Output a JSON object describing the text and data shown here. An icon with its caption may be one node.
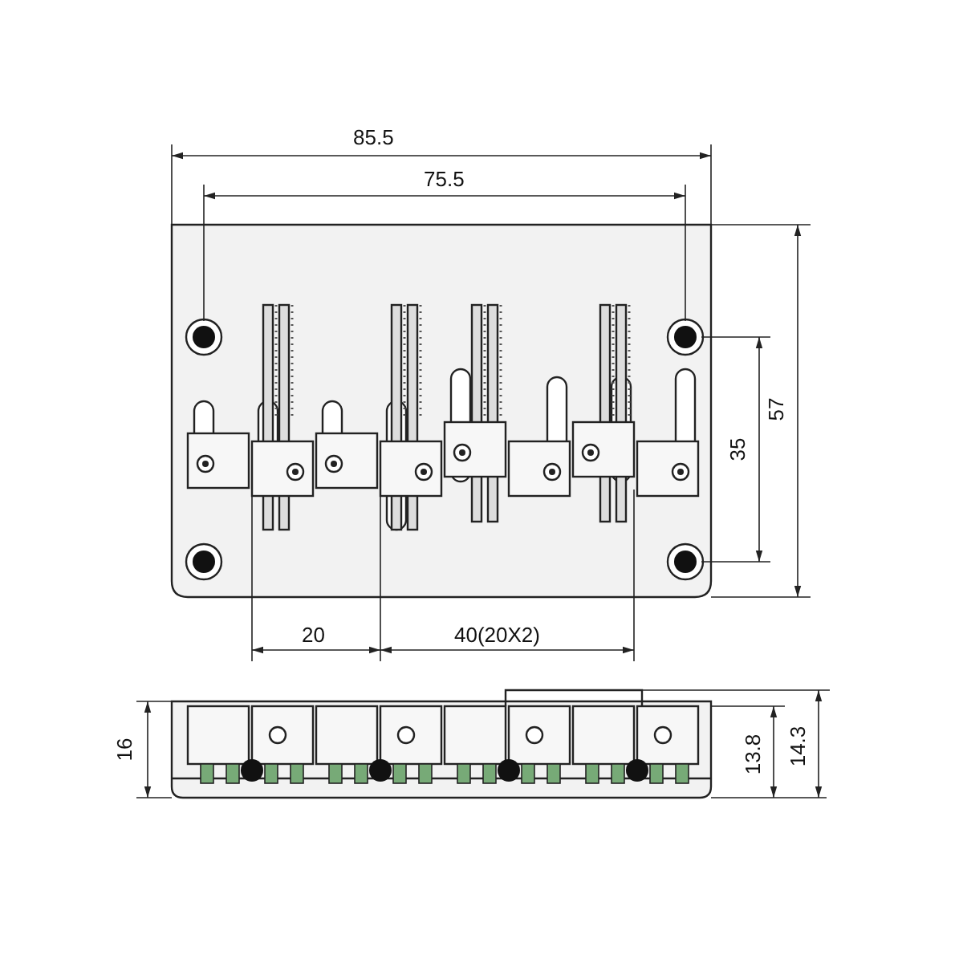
{
  "diagram": {
    "labels": [
      "85.5",
      "75.5",
      "57",
      "35",
      "20",
      "40(20X2)",
      "16",
      "13.8",
      "14.3"
    ]
  }
}
